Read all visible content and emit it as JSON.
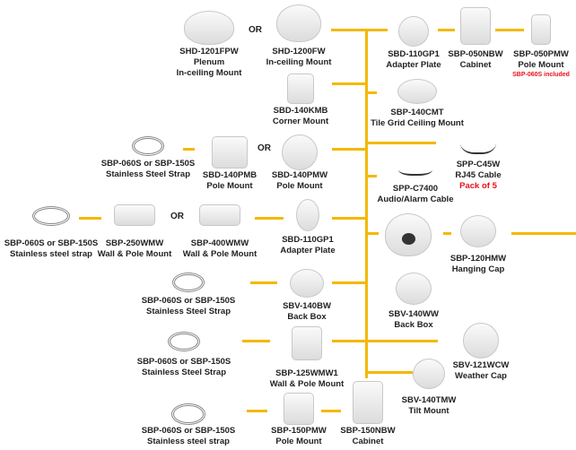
{
  "accent_color": "#f5b800",
  "or_label": "OR",
  "items": [
    {
      "id": "shd-1201fpw",
      "lines": [
        "SHD-1201FPW",
        "Plenum",
        "In-ceiling Mount"
      ],
      "icon": "in-ceiling-mount-image"
    },
    {
      "id": "shd-1200fw",
      "lines": [
        "SHD-1200FW",
        "In-ceiling Mount"
      ],
      "icon": "in-ceiling-mount-image"
    },
    {
      "id": "sbd-110gp1-top",
      "lines": [
        "SBD-110GP1",
        "Adapter Plate"
      ],
      "icon": "adapter-plate-image"
    },
    {
      "id": "sbp-050nbw",
      "lines": [
        "SBP-050NBW",
        "Cabinet"
      ],
      "icon": "cabinet-image"
    },
    {
      "id": "sbp-050pmw",
      "lines": [
        "SBP-050PMW",
        "Pole Mount"
      ],
      "note": "SBP-060S included",
      "icon": "pole-mount-image"
    },
    {
      "id": "sbd-140kmb",
      "lines": [
        "SBD-140KMB",
        "Corner Mount"
      ],
      "icon": "corner-mount-image"
    },
    {
      "id": "sbp-140cmt",
      "lines": [
        "SBP-140CMT",
        "Tile Grid Ceiling Mount"
      ],
      "icon": "tile-grid-mount-image"
    },
    {
      "id": "strap-1",
      "lines": [
        "SBP-060S or SBP-150S",
        "Stainless Steel Strap"
      ],
      "icon": "steel-strap-image"
    },
    {
      "id": "sbd-140pmb",
      "lines": [
        "SBD-140PMB",
        "Pole Mount"
      ],
      "icon": "pole-mount-image"
    },
    {
      "id": "sbd-140pmw",
      "lines": [
        "SBD-140PMW",
        "Pole Mount"
      ],
      "icon": "pole-mount-image"
    },
    {
      "id": "spp-c45w",
      "lines": [
        "SPP-C45W",
        "RJ45 Cable"
      ],
      "note": "Pack of 5",
      "icon": "rj45-cable-image"
    },
    {
      "id": "spp-c7400",
      "lines": [
        "SPP-C7400",
        "Audio/Alarm Cable"
      ],
      "icon": "audio-cable-image"
    },
    {
      "id": "strap-2",
      "lines": [
        "SBP-060S or SBP-150S",
        "Stainless steel strap"
      ],
      "icon": "steel-strap-image"
    },
    {
      "id": "sbp-250wmw",
      "lines": [
        "SBP-250WMW",
        "Wall & Pole Mount"
      ],
      "icon": "wall-mount-image"
    },
    {
      "id": "sbp-400wmw",
      "lines": [
        "SBP-400WMW",
        "Wall & Pole Mount"
      ],
      "icon": "wall-mount-image"
    },
    {
      "id": "sbd-110gp1-mid",
      "lines": [
        "SBD-110GP1",
        "Adapter Plate"
      ],
      "icon": "adapter-plate-image"
    },
    {
      "id": "camera",
      "lines": [],
      "icon": "dome-camera-image"
    },
    {
      "id": "sbp-120hmw",
      "lines": [
        "SBP-120HMW",
        "Hanging Cap"
      ],
      "icon": "hanging-cap-image"
    },
    {
      "id": "strap-3",
      "lines": [
        "SBP-060S or SBP-150S",
        "Stainless Steel Strap"
      ],
      "icon": "steel-strap-image"
    },
    {
      "id": "sbv-140bw",
      "lines": [
        "SBV-140BW",
        "Back Box"
      ],
      "icon": "back-box-image"
    },
    {
      "id": "sbv-140ww",
      "lines": [
        "SBV-140WW",
        "Back Box"
      ],
      "icon": "back-box-image"
    },
    {
      "id": "strap-4",
      "lines": [
        "SBP-060S or SBP-150S",
        "Stainless Steel Strap"
      ],
      "icon": "steel-strap-image"
    },
    {
      "id": "sbp-125wmw1",
      "lines": [
        "SBP-125WMW1",
        "Wall & Pole Mount"
      ],
      "icon": "wall-mount-image"
    },
    {
      "id": "sbv-121wcw",
      "lines": [
        "SBV-121WCW",
        "Weather Cap"
      ],
      "icon": "weather-cap-image"
    },
    {
      "id": "sbv-140tmw",
      "lines": [
        "SBV-140TMW",
        "Tilt Mount"
      ],
      "icon": "tilt-mount-image"
    },
    {
      "id": "strap-5",
      "lines": [
        "SBP-060S or SBP-150S",
        "Stainless steel strap"
      ],
      "icon": "steel-strap-image"
    },
    {
      "id": "sbp-150pmw",
      "lines": [
        "SBP-150PMW",
        "Pole Mount"
      ],
      "icon": "pole-mount-image"
    },
    {
      "id": "sbp-150nbw",
      "lines": [
        "SBP-150NBW",
        "Cabinet"
      ],
      "icon": "cabinet-image"
    }
  ]
}
